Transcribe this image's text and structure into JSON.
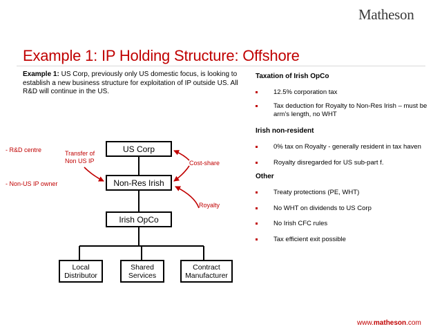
{
  "brand": {
    "logo": "Matheson",
    "footer_prefix": "www.",
    "footer_bold": "matheson",
    "footer_suffix": ".com"
  },
  "title": "Example 1: IP Holding Structure: Offshore",
  "intro": {
    "lead": "Example 1:",
    "text": " US Corp, previously only US domestic focus, is looking to establish a new business structure for exploitation of IP outside US. All R&D will continue in the US."
  },
  "diagram": {
    "boxes": {
      "us_corp": "US Corp",
      "non_res": "Non-Res Irish",
      "opco": "Irish OpCo",
      "local": "Local Distributor",
      "shared": "Shared Services",
      "contract": "Contract Manufacturer"
    },
    "labels": {
      "rd": "- R&D centre",
      "ipowner": "- Non-US IP owner",
      "transfer": "Transfer of Non US IP",
      "costshare": "Cost-share",
      "royalty": "Royalty"
    }
  },
  "sections": [
    {
      "heading": "Taxation of Irish OpCo",
      "bullets": [
        "12.5% corporation tax",
        "Tax deduction for Royalty to Non-Res Irish – must be arm’s length, no WHT"
      ]
    },
    {
      "heading": "Irish non-resident",
      "bullets": [
        "0% tax on Royalty - generally resident in tax haven",
        "Royalty disregarded for US sub-part f."
      ]
    },
    {
      "heading": "Other",
      "bullets": [
        "Treaty protections (PE, WHT)",
        "No WHT on dividends to US Corp",
        "No Irish CFC rules",
        "Tax efficient exit possible"
      ]
    }
  ],
  "colors": {
    "accent": "#c00000"
  }
}
